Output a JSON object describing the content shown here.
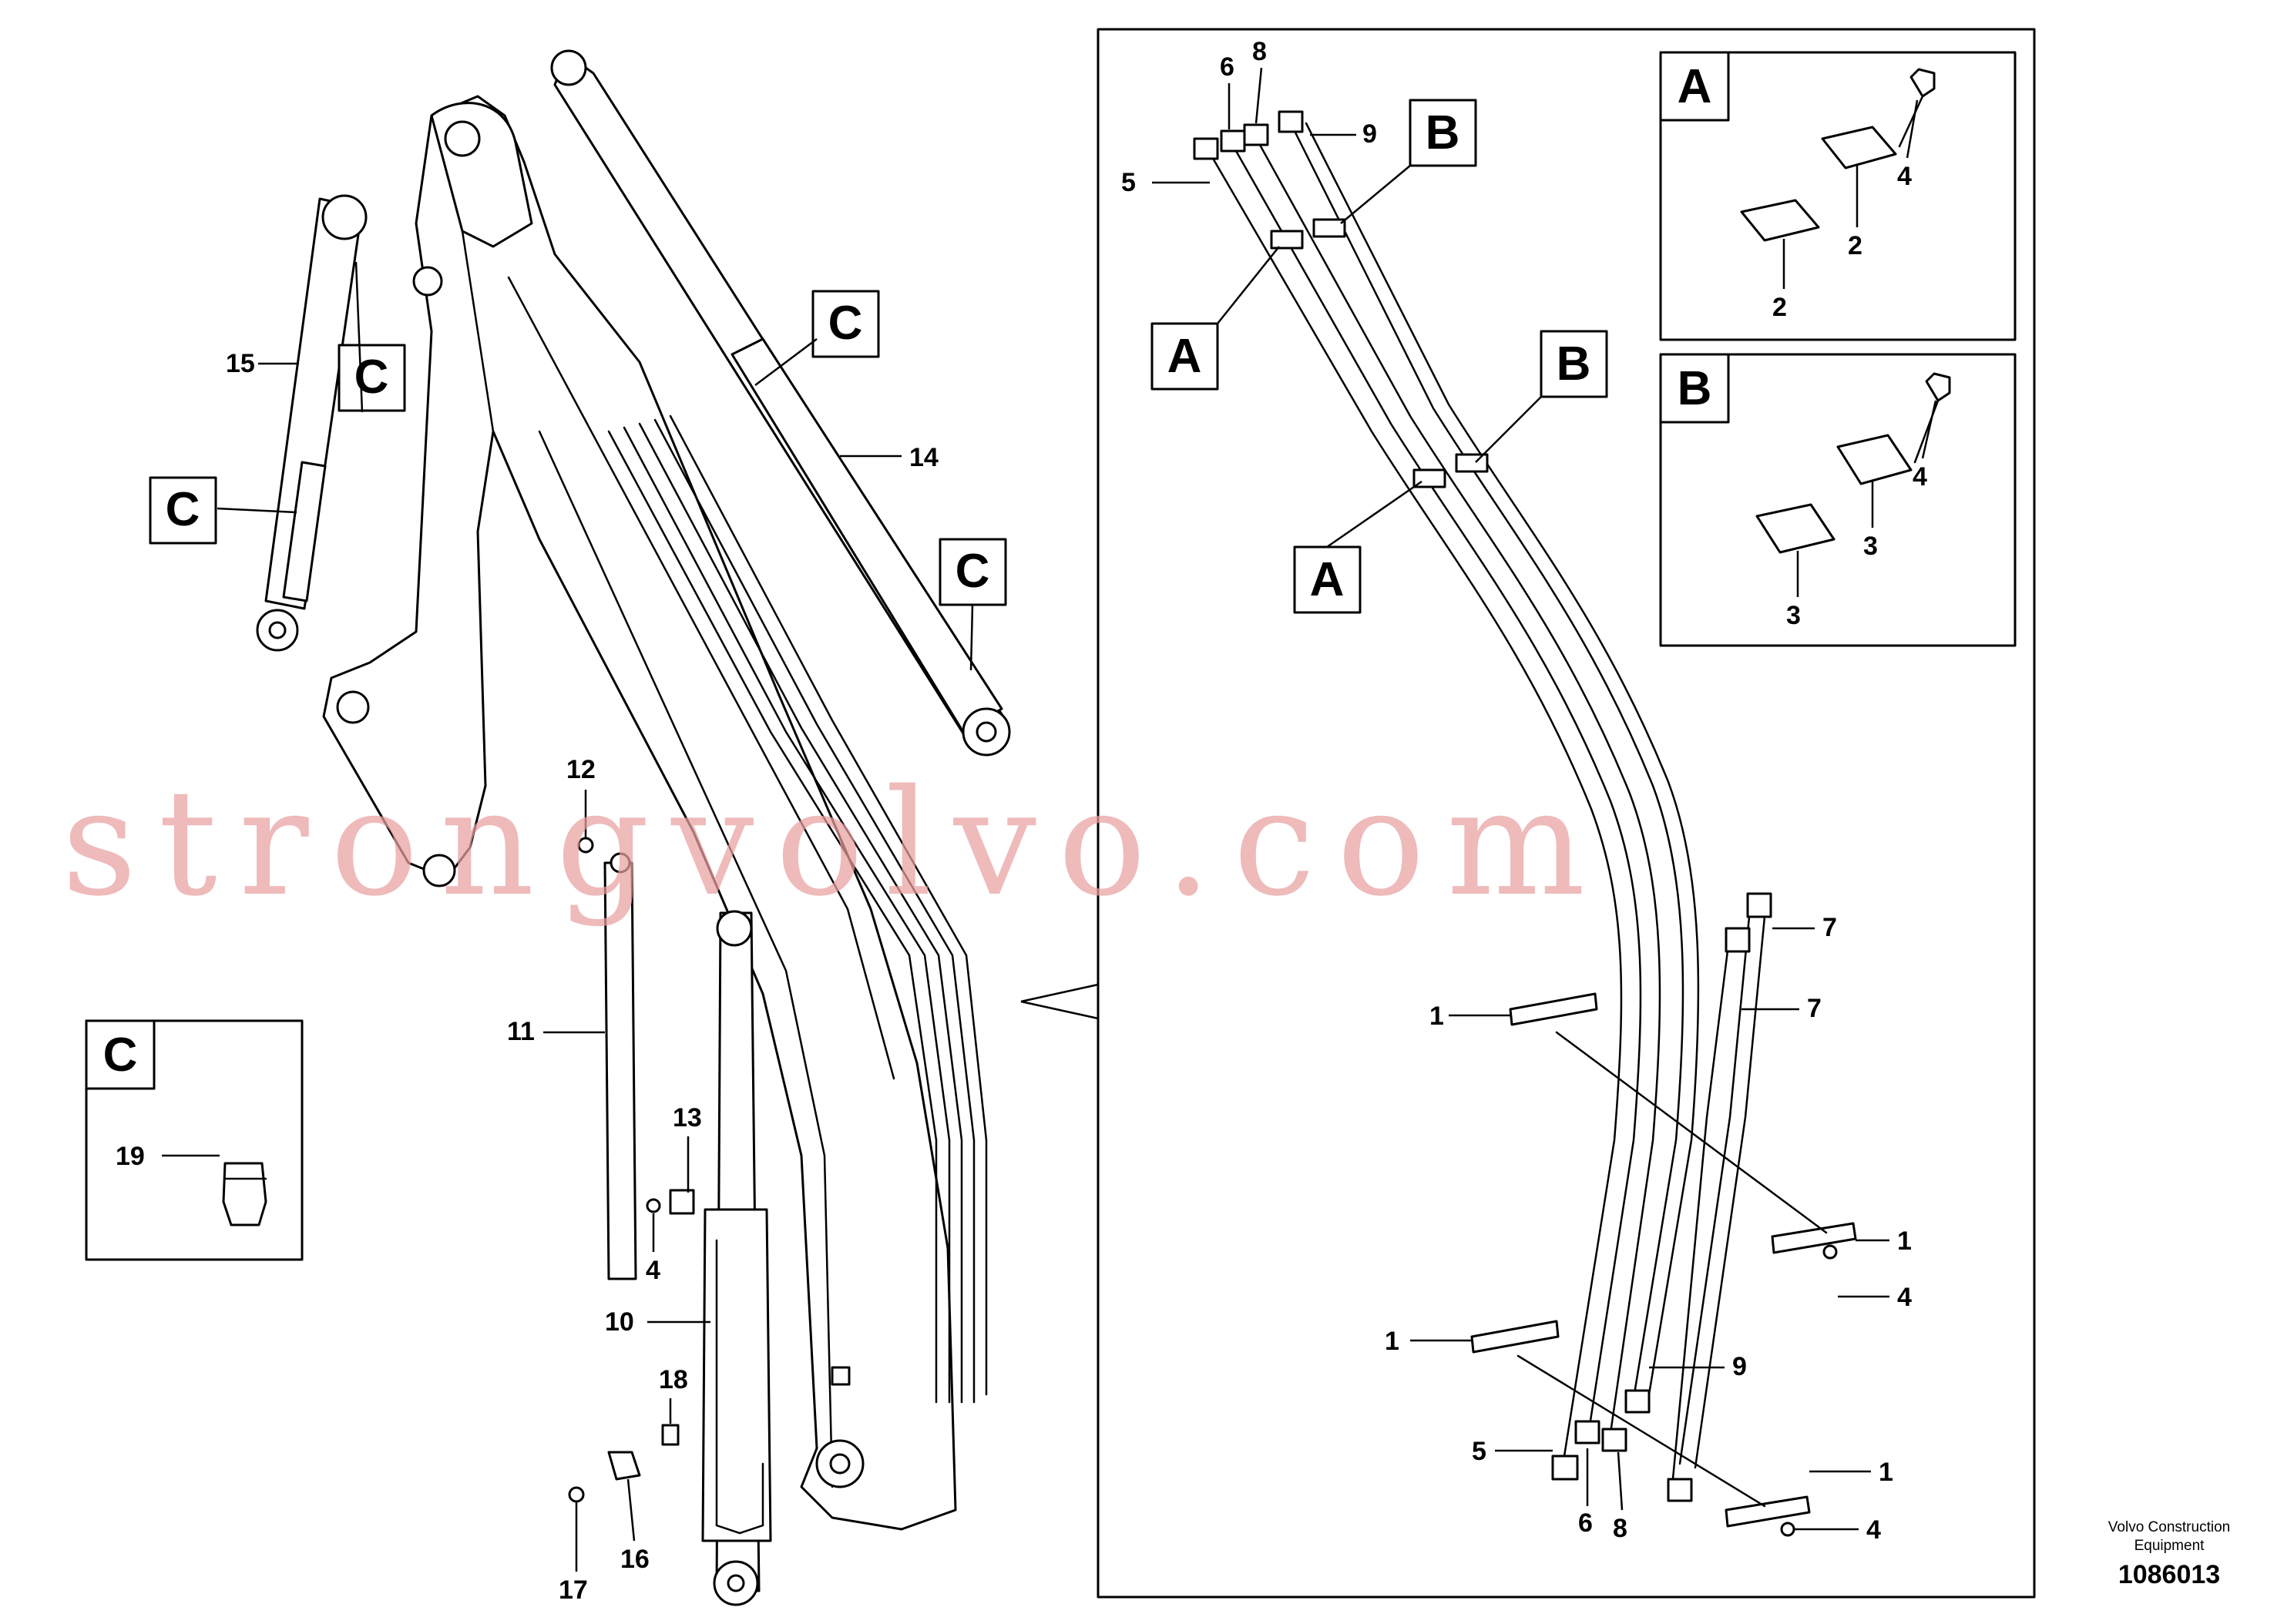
{
  "detail_boxes": [
    "A",
    "B",
    "C"
  ],
  "part_numbers": [
    "1",
    "2",
    "3",
    "4",
    "5",
    "6",
    "7",
    "8",
    "9",
    "10",
    "11",
    "12",
    "13",
    "14",
    "15",
    "16",
    "17",
    "18",
    "19"
  ],
  "watermark": "strongvolvo.com",
  "footer": {
    "company_line1": "Volvo Construction",
    "company_line2": "Equipment",
    "drawing_number": "1086013"
  }
}
